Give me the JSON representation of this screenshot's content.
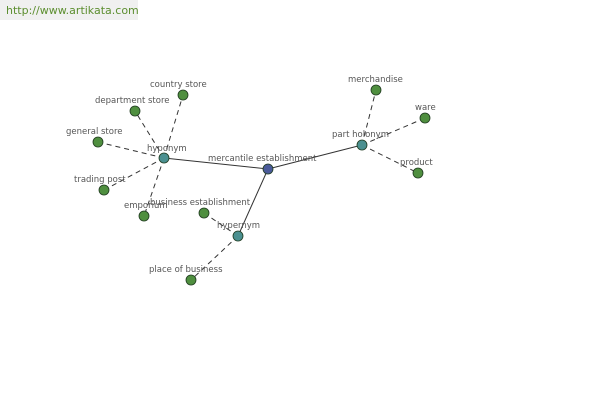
{
  "header": {
    "url_text": "http://www.artikata.com"
  },
  "colors": {
    "leaf": "#4f8f3f",
    "relation": "#4b9090",
    "center": "#4a5a9a",
    "edge": "#333333",
    "link": "#5c8e2f"
  },
  "graph": {
    "nodes": [
      {
        "id": "mercantile",
        "label": "mercantile establishment",
        "kind": "center"
      },
      {
        "id": "hyponym",
        "label": "hyponym",
        "kind": "relation"
      },
      {
        "id": "part_holonym",
        "label": "part holonym",
        "kind": "relation"
      },
      {
        "id": "hypernym",
        "label": "hypernym",
        "kind": "relation"
      },
      {
        "id": "country_store",
        "label": "country store",
        "kind": "leaf"
      },
      {
        "id": "department_store",
        "label": "department store",
        "kind": "leaf"
      },
      {
        "id": "general_store",
        "label": "general store",
        "kind": "leaf"
      },
      {
        "id": "trading_post",
        "label": "trading post",
        "kind": "leaf"
      },
      {
        "id": "emporium",
        "label": "emporium",
        "kind": "leaf"
      },
      {
        "id": "merchandise",
        "label": "merchandise",
        "kind": "leaf"
      },
      {
        "id": "ware",
        "label": "ware",
        "kind": "leaf"
      },
      {
        "id": "product",
        "label": "product",
        "kind": "leaf"
      },
      {
        "id": "business_establishment",
        "label": "business establishment",
        "kind": "leaf"
      },
      {
        "id": "place_of_business",
        "label": "place of business",
        "kind": "leaf"
      }
    ],
    "edges": [
      {
        "from": "mercantile",
        "to": "hyponym",
        "style": "solid"
      },
      {
        "from": "mercantile",
        "to": "part_holonym",
        "style": "solid"
      },
      {
        "from": "mercantile",
        "to": "hypernym",
        "style": "solid"
      },
      {
        "from": "hyponym",
        "to": "country_store",
        "style": "dashed"
      },
      {
        "from": "hyponym",
        "to": "department_store",
        "style": "dashed"
      },
      {
        "from": "hyponym",
        "to": "general_store",
        "style": "dashed"
      },
      {
        "from": "hyponym",
        "to": "trading_post",
        "style": "dashed"
      },
      {
        "from": "hyponym",
        "to": "emporium",
        "style": "dashed"
      },
      {
        "from": "part_holonym",
        "to": "merchandise",
        "style": "dashed"
      },
      {
        "from": "part_holonym",
        "to": "ware",
        "style": "dashed"
      },
      {
        "from": "part_holonym",
        "to": "product",
        "style": "dashed"
      },
      {
        "from": "hypernym",
        "to": "business_establishment",
        "style": "dashed"
      },
      {
        "from": "hypernym",
        "to": "place_of_business",
        "style": "dashed"
      }
    ]
  }
}
